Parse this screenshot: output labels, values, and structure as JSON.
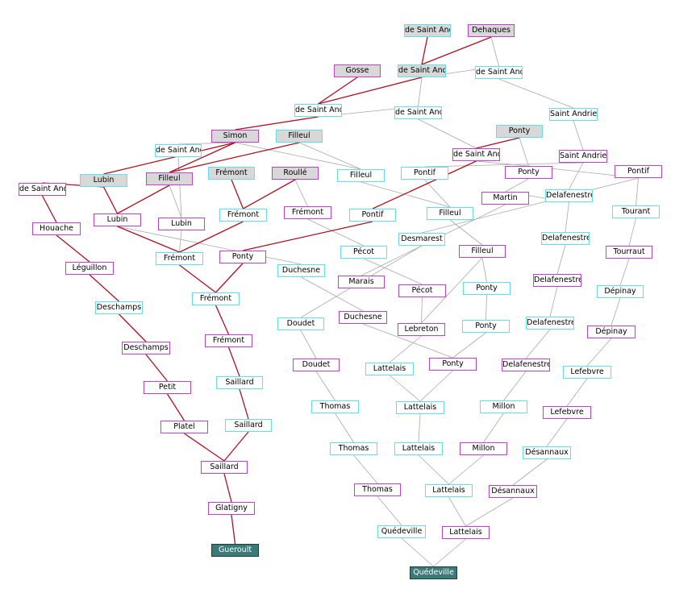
{
  "colors": {
    "border_magenta": "#c040c8",
    "border_cyan": "#60e0e8",
    "highlight_fill": "#d8d8d8",
    "root_fill": "#3a7a78",
    "edge_red": "#b01020",
    "edge_grey": "#a8a8a8"
  },
  "nodes": [
    {
      "id": "n01",
      "label": "de Saint Andrieu",
      "style": "c grey"
    },
    {
      "id": "n02",
      "label": "Dehaques",
      "style": "m grey"
    },
    {
      "id": "n03",
      "label": "Gosse",
      "style": "m grey"
    },
    {
      "id": "n04",
      "label": "de Saint Andrieu",
      "style": "c grey"
    },
    {
      "id": "n05",
      "label": "de Saint Andrieu",
      "style": "c"
    },
    {
      "id": "n06",
      "label": "de Saint Andrieu",
      "style": "c"
    },
    {
      "id": "n07",
      "label": "de Saint Andrieu",
      "style": "c"
    },
    {
      "id": "n08",
      "label": "Saint Andrieu",
      "style": "c"
    },
    {
      "id": "n09",
      "label": "Simon",
      "style": "m grey"
    },
    {
      "id": "n10",
      "label": "Filleul",
      "style": "c grey"
    },
    {
      "id": "n11",
      "label": "Ponty",
      "style": "c grey"
    },
    {
      "id": "n12",
      "label": "de Saint Andrieu",
      "style": "c"
    },
    {
      "id": "n13",
      "label": "de Saint Andrieu",
      "style": "m"
    },
    {
      "id": "n14",
      "label": "Saint Andrieu",
      "style": "m"
    },
    {
      "id": "n15",
      "label": "Lubin",
      "style": "c grey"
    },
    {
      "id": "n16",
      "label": "Filleul",
      "style": "m grey"
    },
    {
      "id": "n17",
      "label": "Frémont",
      "style": "c grey"
    },
    {
      "id": "n18",
      "label": "Roullé",
      "style": "m grey"
    },
    {
      "id": "n19",
      "label": "Filleul",
      "style": "c"
    },
    {
      "id": "n20",
      "label": "Pontif",
      "style": "c"
    },
    {
      "id": "n21",
      "label": "Ponty",
      "style": "m"
    },
    {
      "id": "n22",
      "label": "Pontif",
      "style": "m"
    },
    {
      "id": "n23",
      "label": "de Saint Andrieu",
      "style": "m"
    },
    {
      "id": "n24",
      "label": "Martin",
      "style": "m"
    },
    {
      "id": "n25",
      "label": "Delafenestre",
      "style": "c"
    },
    {
      "id": "n26",
      "label": "Lubin",
      "style": "m"
    },
    {
      "id": "n27",
      "label": "Lubin",
      "style": "m"
    },
    {
      "id": "n28",
      "label": "Frémont",
      "style": "c"
    },
    {
      "id": "n29",
      "label": "Frémont",
      "style": "m"
    },
    {
      "id": "n30",
      "label": "Pontif",
      "style": "c"
    },
    {
      "id": "n31",
      "label": "Filleul",
      "style": "c"
    },
    {
      "id": "n32",
      "label": "Tourant",
      "style": "c"
    },
    {
      "id": "n33",
      "label": "Houache",
      "style": "m"
    },
    {
      "id": "n34",
      "label": "Desmarest",
      "style": "c"
    },
    {
      "id": "n35",
      "label": "Delafenestre",
      "style": "c"
    },
    {
      "id": "n36",
      "label": "Frémont",
      "style": "c"
    },
    {
      "id": "n37",
      "label": "Ponty",
      "style": "m"
    },
    {
      "id": "n38",
      "label": "Pécot",
      "style": "c"
    },
    {
      "id": "n39",
      "label": "Filleul",
      "style": "m"
    },
    {
      "id": "n40",
      "label": "Tourraut",
      "style": "m"
    },
    {
      "id": "n41",
      "label": "Léguillon",
      "style": "m"
    },
    {
      "id": "n42",
      "label": "Duchesne",
      "style": "c"
    },
    {
      "id": "n43",
      "label": "Marais",
      "style": "m"
    },
    {
      "id": "n44",
      "label": "Delafenestre",
      "style": "m"
    },
    {
      "id": "n45",
      "label": "Pécot",
      "style": "m"
    },
    {
      "id": "n46",
      "label": "Ponty",
      "style": "c"
    },
    {
      "id": "n47",
      "label": "Dépinay",
      "style": "c"
    },
    {
      "id": "n48",
      "label": "Frémont",
      "style": "c"
    },
    {
      "id": "n49",
      "label": "Deschamps",
      "style": "c"
    },
    {
      "id": "n50",
      "label": "Duchesne",
      "style": "m"
    },
    {
      "id": "n51",
      "label": "Doudet",
      "style": "c"
    },
    {
      "id": "n52",
      "label": "Delafenestre",
      "style": "c"
    },
    {
      "id": "n53",
      "label": "Lebreton",
      "style": "m"
    },
    {
      "id": "n54",
      "label": "Ponty",
      "style": "c"
    },
    {
      "id": "n55",
      "label": "Dépinay",
      "style": "m"
    },
    {
      "id": "n56",
      "label": "Frémont",
      "style": "m"
    },
    {
      "id": "n57",
      "label": "Deschamps",
      "style": "m"
    },
    {
      "id": "n58",
      "label": "Doudet",
      "style": "m"
    },
    {
      "id": "n59",
      "label": "Lattelais",
      "style": "c"
    },
    {
      "id": "n60",
      "label": "Ponty",
      "style": "m"
    },
    {
      "id": "n61",
      "label": "Delafenestre",
      "style": "m"
    },
    {
      "id": "n62",
      "label": "Lefebvre",
      "style": "c"
    },
    {
      "id": "n63",
      "label": "Saillard",
      "style": "c"
    },
    {
      "id": "n64",
      "label": "Petit",
      "style": "m"
    },
    {
      "id": "n65",
      "label": "Thomas",
      "style": "c"
    },
    {
      "id": "n66",
      "label": "Lattelais",
      "style": "c"
    },
    {
      "id": "n67",
      "label": "Millon",
      "style": "c"
    },
    {
      "id": "n68",
      "label": "Lefebvre",
      "style": "m"
    },
    {
      "id": "n69",
      "label": "Platel",
      "style": "m"
    },
    {
      "id": "n70",
      "label": "Saillard",
      "style": "c"
    },
    {
      "id": "n71",
      "label": "Thomas",
      "style": "c"
    },
    {
      "id": "n72",
      "label": "Lattelais",
      "style": "c"
    },
    {
      "id": "n73",
      "label": "Millon",
      "style": "m"
    },
    {
      "id": "n74",
      "label": "Désannaux",
      "style": "c"
    },
    {
      "id": "n75",
      "label": "Saillard",
      "style": "m"
    },
    {
      "id": "n76",
      "label": "Thomas",
      "style": "m"
    },
    {
      "id": "n77",
      "label": "Lattelais",
      "style": "c"
    },
    {
      "id": "n78",
      "label": "Désannaux",
      "style": "m"
    },
    {
      "id": "n79",
      "label": "Glatigny",
      "style": "m"
    },
    {
      "id": "n80",
      "label": "Quédeville",
      "style": "c"
    },
    {
      "id": "n81",
      "label": "Lattelais",
      "style": "m"
    },
    {
      "id": "n82",
      "label": "Gueroult",
      "style": "root"
    },
    {
      "id": "n83",
      "label": "Quédeville",
      "style": "root"
    }
  ],
  "edges_red": [
    [
      "n82",
      "n79"
    ],
    [
      "n79",
      "n75"
    ],
    [
      "n75",
      "n70"
    ],
    [
      "n75",
      "n69"
    ],
    [
      "n70",
      "n63"
    ],
    [
      "n63",
      "n56"
    ],
    [
      "n56",
      "n48"
    ],
    [
      "n48",
      "n37"
    ],
    [
      "n48",
      "n36"
    ],
    [
      "n37",
      "n30"
    ],
    [
      "n30",
      "n23"
    ],
    [
      "n23",
      "n11"
    ],
    [
      "n36",
      "n26"
    ],
    [
      "n36",
      "n28"
    ],
    [
      "n28",
      "n17"
    ],
    [
      "n28",
      "n18"
    ],
    [
      "n26",
      "n15"
    ],
    [
      "n26",
      "n16"
    ],
    [
      "n16",
      "n09"
    ],
    [
      "n16",
      "n10"
    ],
    [
      "n09",
      "n05"
    ],
    [
      "n05",
      "n03"
    ],
    [
      "n05",
      "n04"
    ],
    [
      "n04",
      "n01"
    ],
    [
      "n04",
      "n02"
    ],
    [
      "n69",
      "n64"
    ],
    [
      "n64",
      "n57"
    ],
    [
      "n57",
      "n49"
    ],
    [
      "n49",
      "n41"
    ],
    [
      "n41",
      "n33"
    ],
    [
      "n33",
      "n13"
    ],
    [
      "n13",
      "n15"
    ],
    [
      "n15",
      "n09"
    ]
  ],
  "edges_grey": [
    [
      "n83",
      "n80"
    ],
    [
      "n83",
      "n81"
    ],
    [
      "n80",
      "n76"
    ],
    [
      "n76",
      "n71"
    ],
    [
      "n71",
      "n65"
    ],
    [
      "n65",
      "n58"
    ],
    [
      "n58",
      "n51"
    ],
    [
      "n51",
      "n34"
    ],
    [
      "n34",
      "n22"
    ],
    [
      "n81",
      "n77"
    ],
    [
      "n81",
      "n78"
    ],
    [
      "n77",
      "n72"
    ],
    [
      "n77",
      "n73"
    ],
    [
      "n72",
      "n66"
    ],
    [
      "n66",
      "n59"
    ],
    [
      "n66",
      "n60"
    ],
    [
      "n59",
      "n53"
    ],
    [
      "n53",
      "n39"
    ],
    [
      "n53",
      "n45"
    ],
    [
      "n45",
      "n38"
    ],
    [
      "n38",
      "n29"
    ],
    [
      "n29",
      "n18"
    ],
    [
      "n60",
      "n50"
    ],
    [
      "n60",
      "n54"
    ],
    [
      "n50",
      "n42"
    ],
    [
      "n42",
      "n26"
    ],
    [
      "n54",
      "n46"
    ],
    [
      "n46",
      "n39"
    ],
    [
      "n39",
      "n31"
    ],
    [
      "n31",
      "n19"
    ],
    [
      "n31",
      "n20"
    ],
    [
      "n19",
      "n10"
    ],
    [
      "n19",
      "n09"
    ],
    [
      "n20",
      "n14"
    ],
    [
      "n14",
      "n08"
    ],
    [
      "n08",
      "n07"
    ],
    [
      "n07",
      "n04"
    ],
    [
      "n07",
      "n02"
    ],
    [
      "n22",
      "n21"
    ],
    [
      "n21",
      "n11"
    ],
    [
      "n21",
      "n23"
    ],
    [
      "n23",
      "n06"
    ],
    [
      "n06",
      "n05"
    ],
    [
      "n06",
      "n04"
    ],
    [
      "n73",
      "n67"
    ],
    [
      "n67",
      "n61"
    ],
    [
      "n61",
      "n52"
    ],
    [
      "n52",
      "n44"
    ],
    [
      "n44",
      "n35"
    ],
    [
      "n35",
      "n25"
    ],
    [
      "n25",
      "n24"
    ],
    [
      "n24",
      "n21"
    ],
    [
      "n25",
      "n14"
    ],
    [
      "n78",
      "n74"
    ],
    [
      "n74",
      "n68"
    ],
    [
      "n68",
      "n62"
    ],
    [
      "n62",
      "n55"
    ],
    [
      "n55",
      "n47"
    ],
    [
      "n47",
      "n40"
    ],
    [
      "n40",
      "n32"
    ],
    [
      "n32",
      "n22"
    ],
    [
      "n43",
      "n24"
    ],
    [
      "n27",
      "n12"
    ],
    [
      "n27",
      "n16"
    ],
    [
      "n12",
      "n09"
    ],
    [
      "n36",
      "n27"
    ]
  ]
}
